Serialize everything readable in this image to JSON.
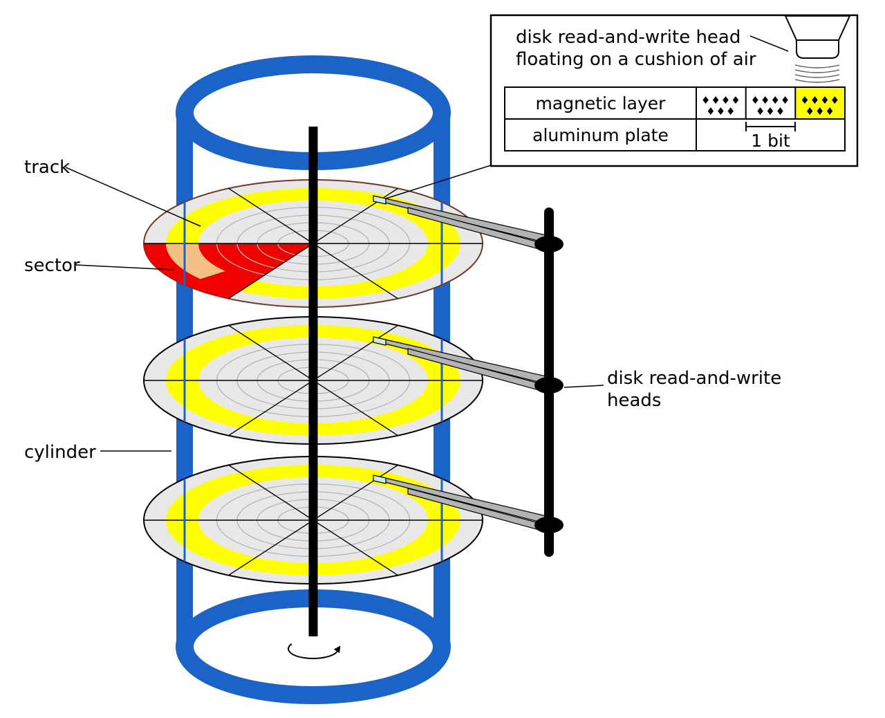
{
  "colors": {
    "blue": "#1c63c8",
    "yellow": "#ffff00",
    "red": "#f20000",
    "tan": "#f2c183",
    "disk_fill": "#e8e8e8",
    "arm_fill": "#b3b3b3",
    "head_fill": "#cfe8e8",
    "disk1_outline": "#6e3a2a"
  },
  "labels": {
    "track": "track",
    "sector": "sector",
    "cylinder": "cylinder",
    "heads_l1": "disk read-and-write",
    "heads_l2": "heads"
  },
  "inset": {
    "caption_l1": "disk read-and-write head",
    "caption_l2": "floating on a cushion of air",
    "magnetic_layer": "magnetic layer",
    "aluminum_plate": "aluminum plate",
    "bit_label": "1 bit",
    "bits_row_top": "♦♦♦♦",
    "bits_row_bottom": "♦♦♦"
  }
}
